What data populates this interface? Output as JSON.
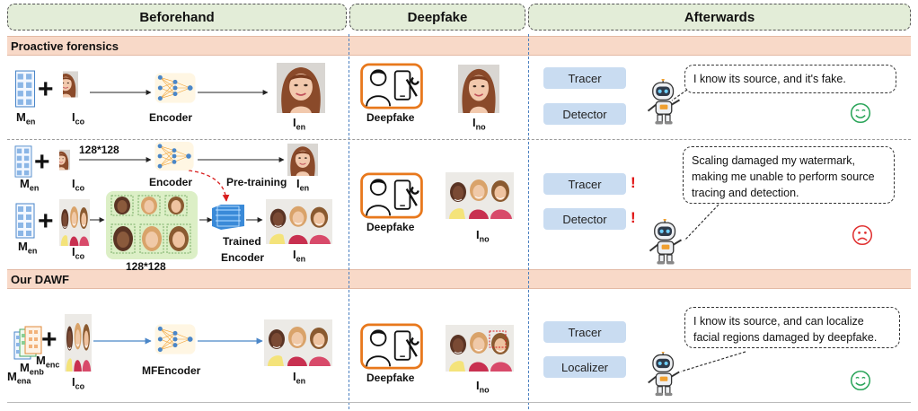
{
  "columns": {
    "before": "Beforehand",
    "deepfake": "Deepfake",
    "after": "Afterwards"
  },
  "bands": {
    "proactive": "Proactive forensics",
    "ours": "Our DAWF"
  },
  "labels": {
    "men": "M",
    "men_sub": "en",
    "ico": "I",
    "ico_sub": "co",
    "ien": "I",
    "ien_sub": "en",
    "ino": "I",
    "ino_sub": "no",
    "mena": "M",
    "mena_sub": "ena",
    "menb": "M",
    "menb_sub": "enb",
    "menc": "M",
    "menc_sub": "enc",
    "encoder": "Encoder",
    "mfencoder": "MFEncoder",
    "trained": "Trained",
    "trained2": "Encoder",
    "pretraining": "Pre-training",
    "size1": "128*128",
    "size2": "128*128",
    "deepfake": "Deepfake"
  },
  "tags": {
    "tracer": "Tracer",
    "detector": "Detector",
    "localizer": "Localizer",
    "warn": "!"
  },
  "bubbles": {
    "row1": "I know its source, and it's fake.",
    "row2": "Scaling damaged my watermark, making me unable to perform source tracing and detection.",
    "row3": "I know its source, and can localize facial regions damaged by deepfake."
  },
  "colors": {
    "header_bg": "#e3edd8",
    "band_bg": "#f8d9c8",
    "tag_bg": "#c9dcf1",
    "accent_orange": "#e8781c",
    "happy": "#2ba55a",
    "sad": "#e03030",
    "divider": "#4a7fc0"
  },
  "icons": [
    "watermark-grid-icon",
    "plus-icon",
    "encoder-network-icon",
    "deepfake-icon",
    "robot-icon",
    "smile-icon",
    "frown-icon"
  ]
}
